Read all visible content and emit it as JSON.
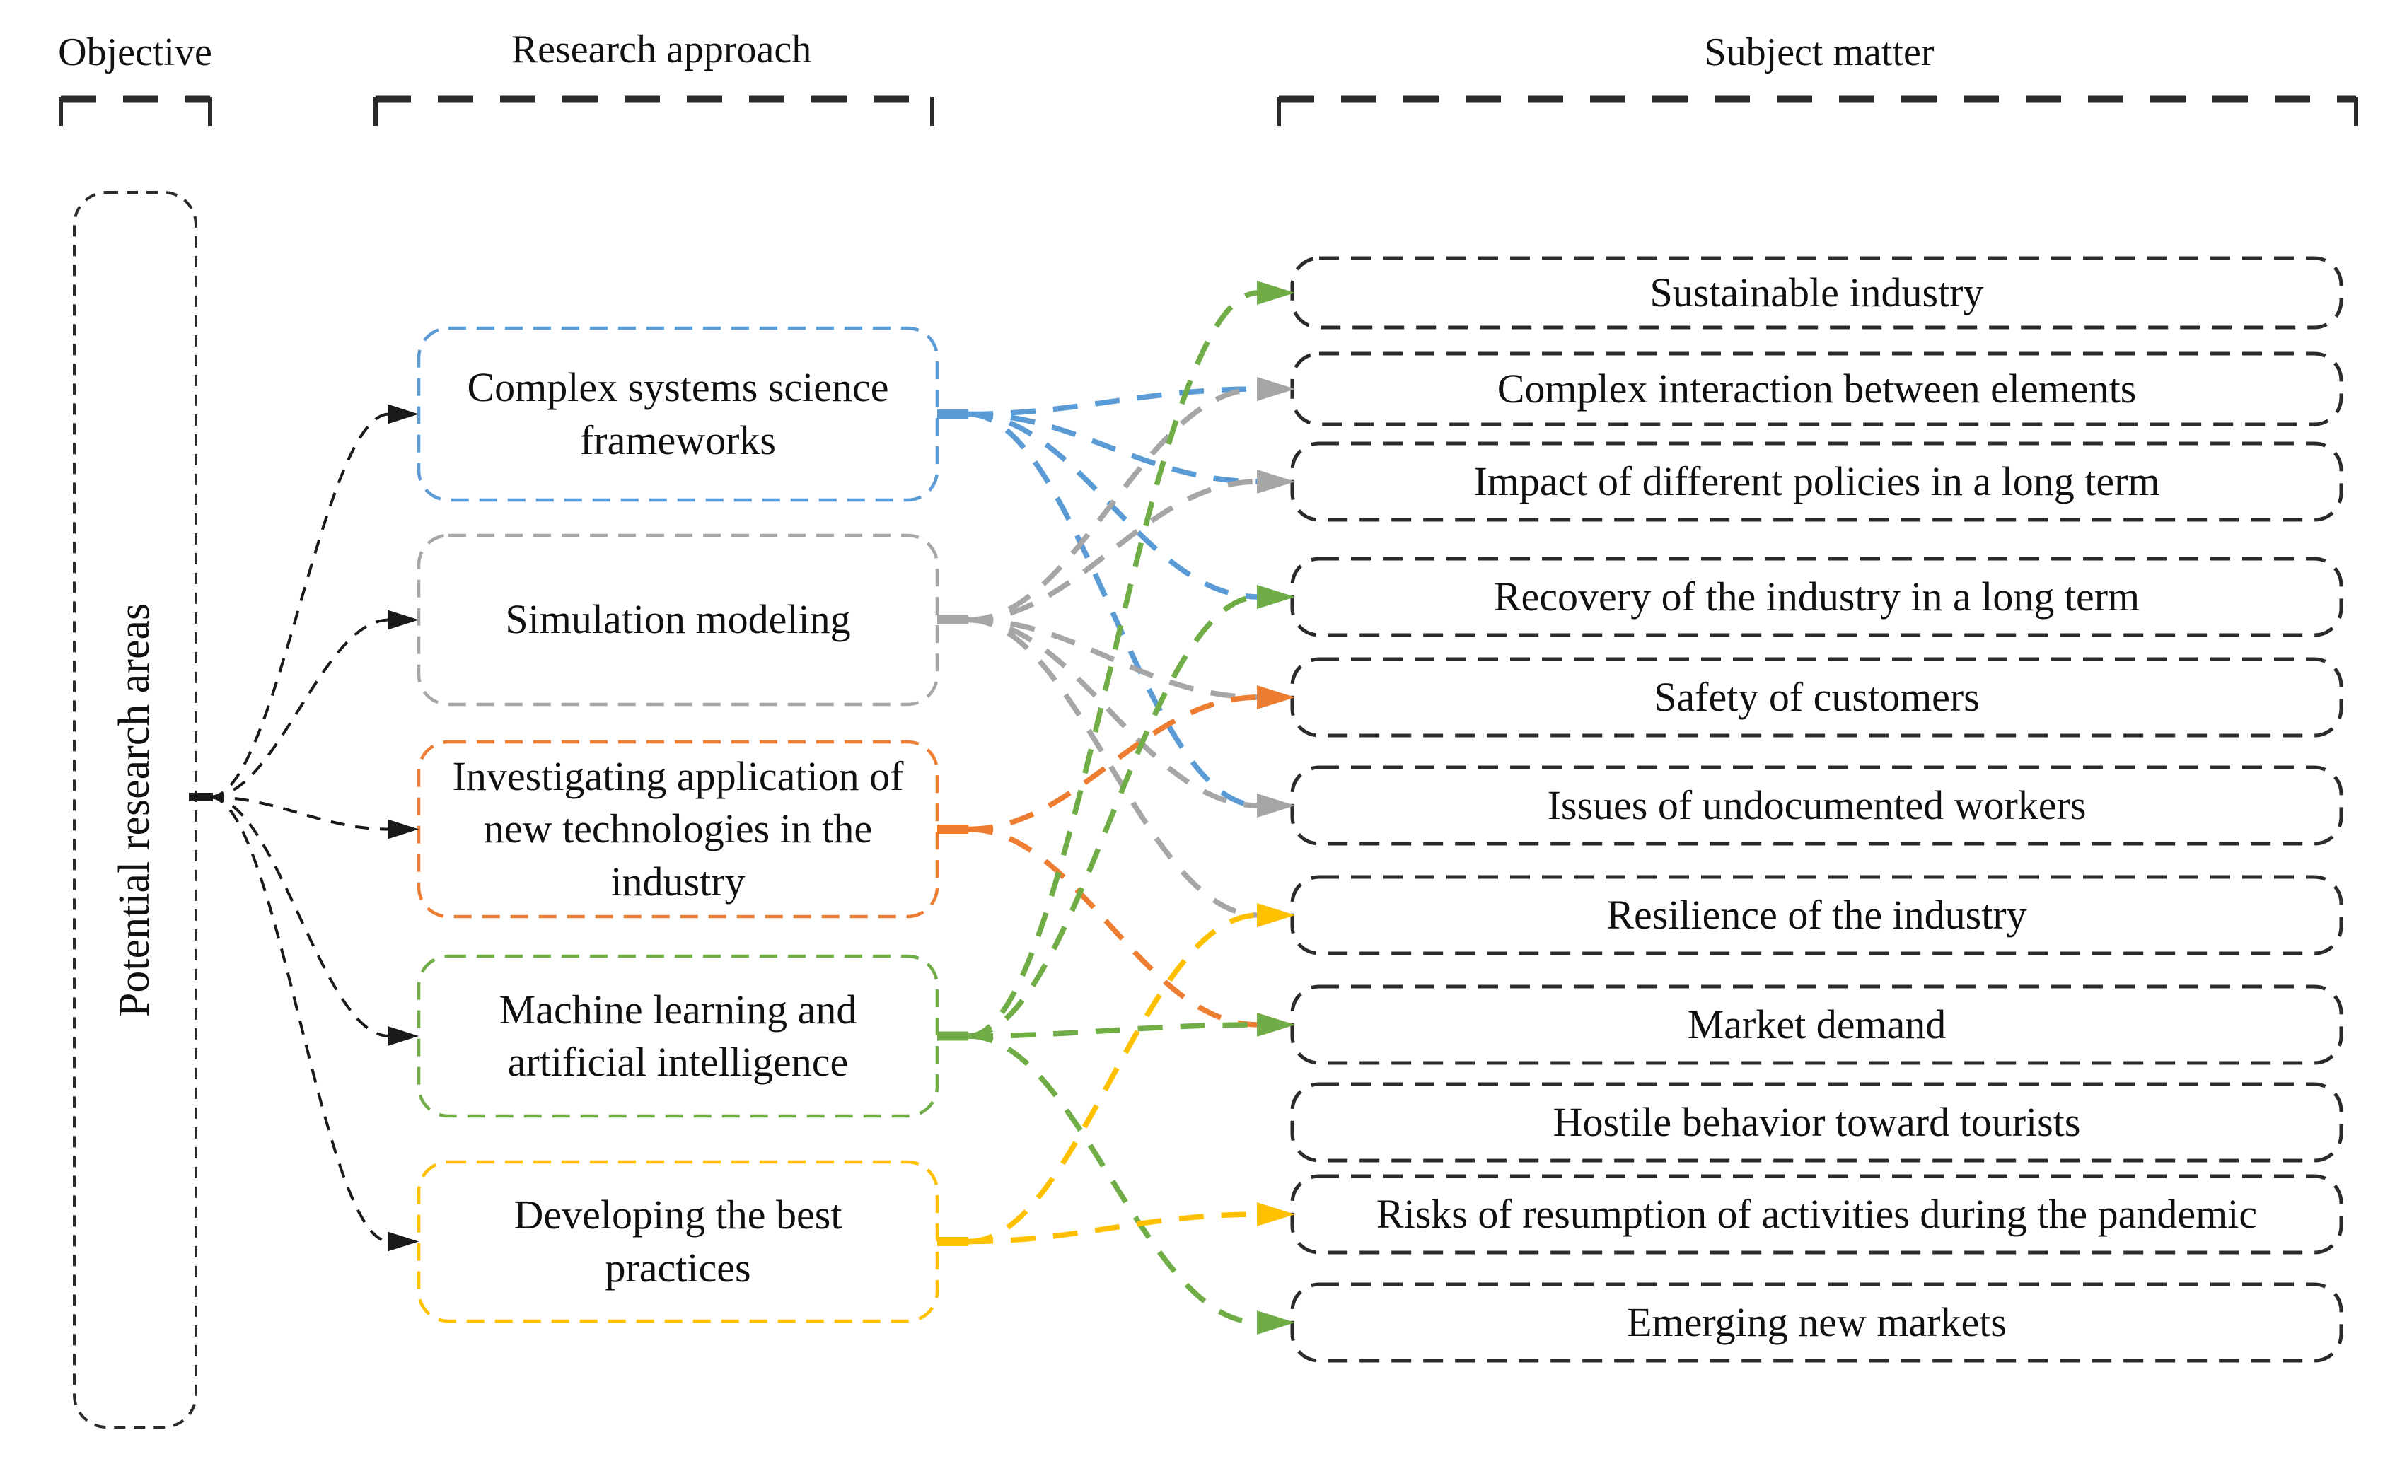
{
  "sections": [
    {
      "title": "Objective"
    },
    {
      "title": "Research approach"
    },
    {
      "title": "Subject matter"
    }
  ],
  "objective": {
    "id": "potential-research-areas",
    "label": "Potential research areas"
  },
  "research_approaches": [
    {
      "id": "complex-systems",
      "label": "Complex systems science frameworks",
      "color": "#5B9BD5"
    },
    {
      "id": "simulation-modeling",
      "label": "Simulation modeling",
      "color": "#A6A6A6"
    },
    {
      "id": "new-technologies",
      "label": "Investigating application of new technologies in the industry",
      "color": "#ED7D31"
    },
    {
      "id": "machine-learning",
      "label": "Machine learning and artificial intelligence",
      "color": "#70AD47"
    },
    {
      "id": "best-practices",
      "label": "Developing the best practices",
      "color": "#FFC000"
    }
  ],
  "subject_matters": [
    {
      "id": "sustainable-industry",
      "label": "Sustainable industry"
    },
    {
      "id": "complex-interaction",
      "label": "Complex interaction between elements"
    },
    {
      "id": "policy-impact",
      "label": "Impact of different policies in a long term"
    },
    {
      "id": "industry-recovery",
      "label": "Recovery of the industry in a long term"
    },
    {
      "id": "customer-safety",
      "label": "Safety of customers"
    },
    {
      "id": "undocumented-workers",
      "label": "Issues of undocumented workers"
    },
    {
      "id": "industry-resilience",
      "label": "Resilience of the industry"
    },
    {
      "id": "market-demand",
      "label": "Market demand"
    },
    {
      "id": "hostile-behavior",
      "label": "Hostile behavior toward tourists"
    },
    {
      "id": "resumption-risks",
      "label": "Risks of resumption of activities during the pandemic"
    },
    {
      "id": "emerging-markets",
      "label": "Emerging new markets"
    }
  ],
  "objective_links": [
    "complex-systems",
    "simulation-modeling",
    "new-technologies",
    "machine-learning",
    "best-practices"
  ],
  "connections": [
    {
      "from": "complex-systems",
      "to": "complex-interaction"
    },
    {
      "from": "complex-systems",
      "to": "policy-impact"
    },
    {
      "from": "complex-systems",
      "to": "industry-recovery"
    },
    {
      "from": "complex-systems",
      "to": "undocumented-workers"
    },
    {
      "from": "simulation-modeling",
      "to": "complex-interaction"
    },
    {
      "from": "simulation-modeling",
      "to": "policy-impact"
    },
    {
      "from": "simulation-modeling",
      "to": "customer-safety"
    },
    {
      "from": "simulation-modeling",
      "to": "undocumented-workers"
    },
    {
      "from": "simulation-modeling",
      "to": "industry-resilience"
    },
    {
      "from": "new-technologies",
      "to": "customer-safety"
    },
    {
      "from": "new-technologies",
      "to": "market-demand"
    },
    {
      "from": "machine-learning",
      "to": "sustainable-industry"
    },
    {
      "from": "machine-learning",
      "to": "industry-recovery"
    },
    {
      "from": "machine-learning",
      "to": "market-demand"
    },
    {
      "from": "machine-learning",
      "to": "emerging-markets"
    },
    {
      "from": "best-practices",
      "to": "industry-resilience"
    },
    {
      "from": "best-practices",
      "to": "resumption-risks"
    }
  ],
  "colors": {
    "outline": "#2b2b2b",
    "objective_arrows": "#1a1a1a",
    "text": "#101010"
  }
}
